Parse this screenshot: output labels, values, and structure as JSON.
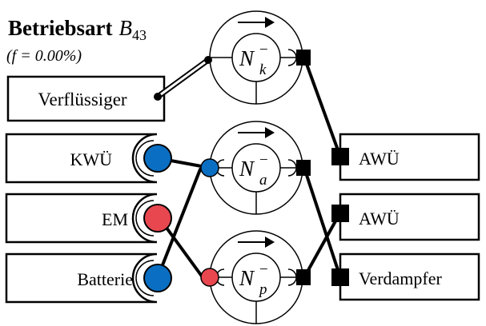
{
  "title": {
    "prefix": "Betriebsart",
    "mode_symbol": "B",
    "mode_index": "43"
  },
  "subtitle": "(f = 0.00%)",
  "left_components": {
    "condenser": "Verflüssiger",
    "heat_exchanger": "KWÜ",
    "motor": "EM",
    "battery": "Batterie"
  },
  "right_components": {
    "exchanger_1": "AWÜ",
    "exchanger_2": "AWÜ",
    "evaporator": "Verdampfer"
  },
  "nodes": {
    "k": {
      "symbol": "N",
      "subscript": "k",
      "superscript": "−"
    },
    "a": {
      "symbol": "N",
      "subscript": "a",
      "superscript": "−"
    },
    "p": {
      "symbol": "N",
      "subscript": "p",
      "superscript": "−"
    }
  },
  "colors": {
    "blue_port": "#0a6fc2",
    "red_port": "#e8474f",
    "line": "#000000"
  }
}
